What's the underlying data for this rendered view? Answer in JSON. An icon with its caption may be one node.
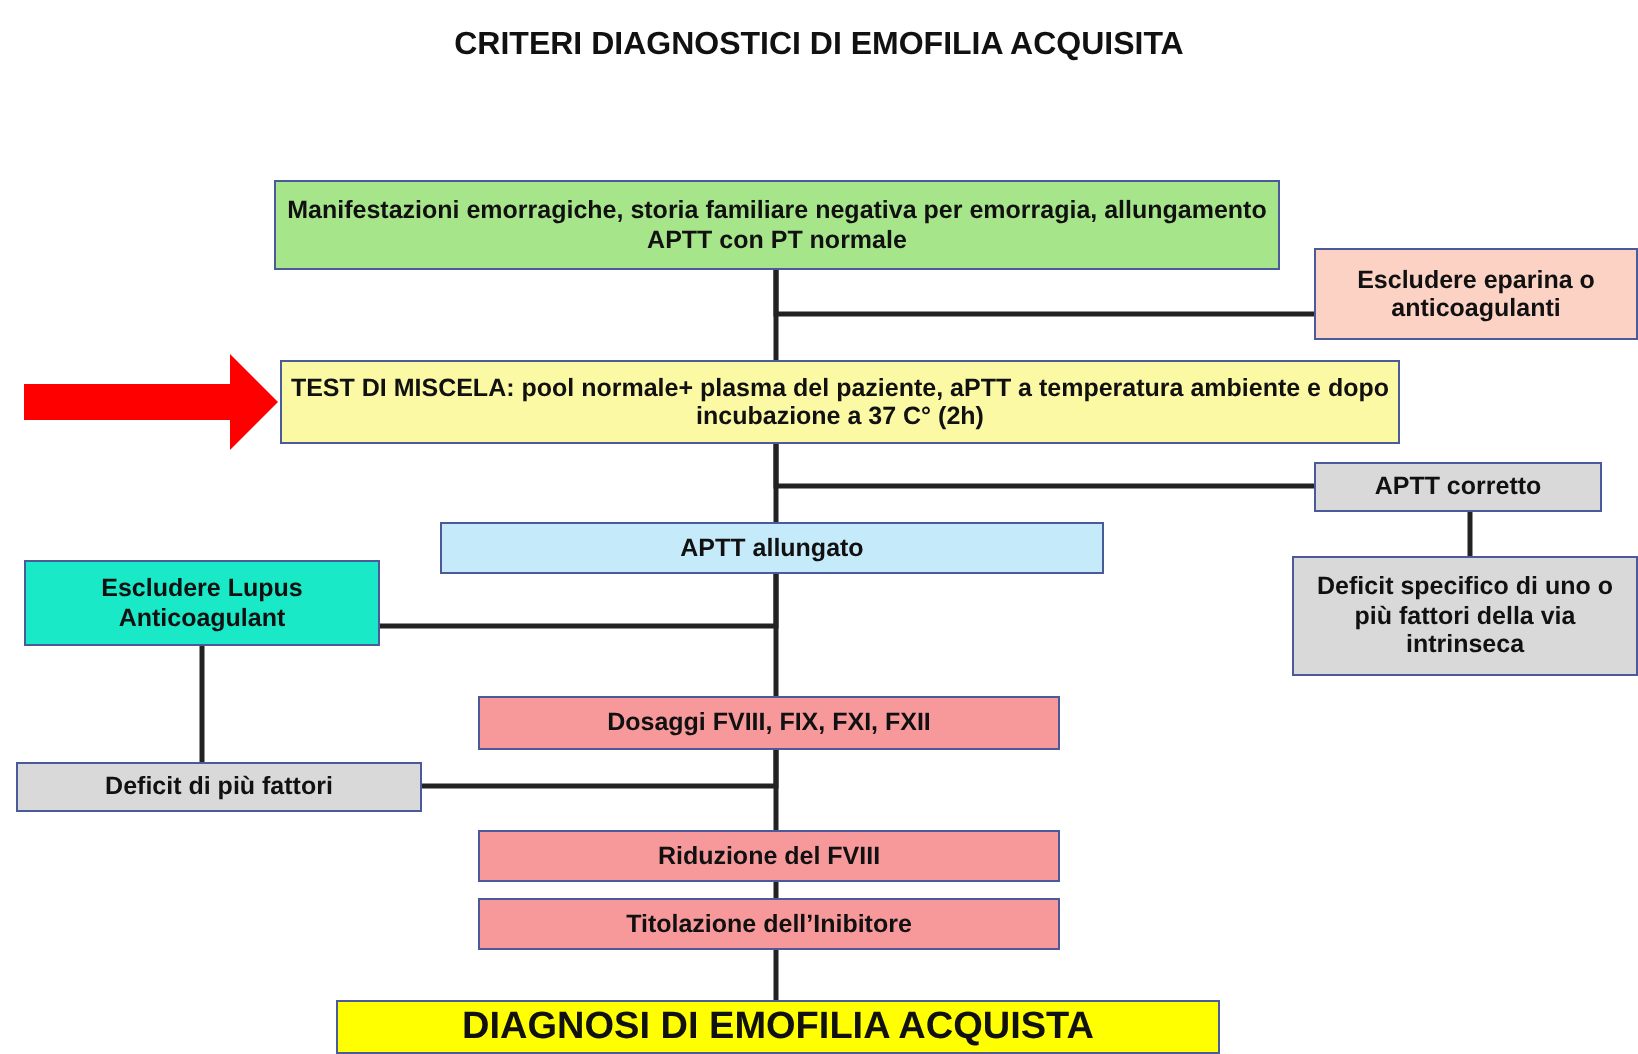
{
  "diagram": {
    "title": "CRITERI DIAGNOSTICI DI EMOFILIA ACQUISITA",
    "nodes": [
      {
        "text": [
          "Manifestazioni emorragiche, storia familiare negativa per emorragia, allungamento APTT con PT normale"
        ]
      },
      {
        "text": [
          "Escludere eparina o anticoagulanti"
        ]
      },
      {
        "text": [
          "TEST DI MISCELA: pool normale+ plasma del paziente, aPTT a temperatura ambiente e dopo incubazione a 37 C° (2h)"
        ]
      },
      {
        "text": [
          "APTT corretto"
        ]
      },
      {
        "text": [
          "APTT allungato"
        ]
      },
      {
        "text": [
          "Escludere Lupus Anticoagulant"
        ]
      },
      {
        "text": [
          "Deficit specifico di uno o più fattori della via intrinseca"
        ]
      },
      {
        "text": [
          "Dosaggi FVIII, FIX, FXI, FXII"
        ]
      },
      {
        "text": [
          "Deficit di più fattori"
        ]
      },
      {
        "text": [
          "Riduzione del FVIII"
        ]
      },
      {
        "text": [
          "Titolazione dell’Inibitore"
        ]
      },
      {
        "text": [
          "DIAGNOSI DI EMOFILIA ACQUISTA"
        ]
      }
    ],
    "edges": [
      {
        "from": 0,
        "to": 2,
        "arrow": "none"
      },
      {
        "from": 0,
        "to": 1,
        "arrow": "none"
      },
      {
        "from": null,
        "to": 2,
        "arrow": "to",
        "style": "thick",
        "color": "#ff0000"
      },
      {
        "from": 2,
        "to": 4,
        "arrow": "none"
      },
      {
        "from": 2,
        "to": 3,
        "arrow": "none"
      },
      {
        "from": 3,
        "to": 6,
        "arrow": "none"
      },
      {
        "from": 4,
        "to": 7,
        "arrow": "none"
      },
      {
        "from": 4,
        "to": 5,
        "arrow": "none"
      },
      {
        "from": 5,
        "to": 8,
        "arrow": "none"
      },
      {
        "from": 7,
        "to": 8,
        "arrow": "none"
      },
      {
        "from": 7,
        "to": 9,
        "arrow": "none"
      },
      {
        "from": 9,
        "to": 10,
        "arrow": "none"
      },
      {
        "from": 10,
        "to": 11,
        "arrow": "none"
      }
    ]
  }
}
